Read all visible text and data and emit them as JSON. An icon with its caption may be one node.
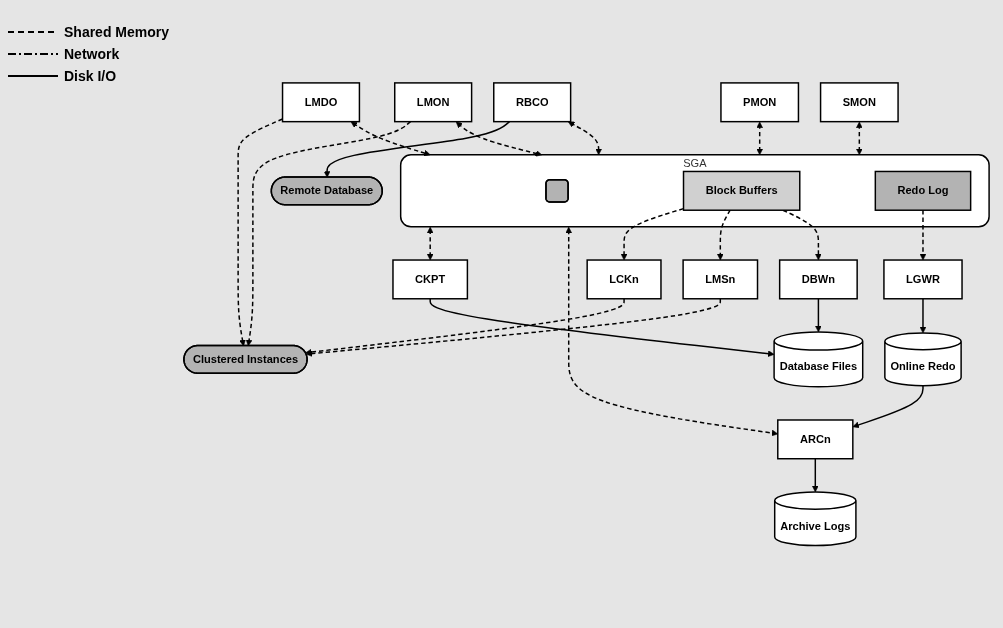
{
  "diagram": {
    "nodes": [
      {
        "text": [
          "LMDO"
        ]
      },
      {
        "text": [
          "LCKn"
        ]
      },
      {
        "text": [
          "LMSn"
        ]
      },
      {
        "text": [
          "LMON"
        ]
      },
      {
        "text": [
          "Clustered Instances"
        ]
      },
      {
        "text": [
          "PMON"
        ]
      },
      {
        "text": [
          "SMON"
        ]
      },
      {
        "text": [
          "RBCO"
        ]
      },
      {
        "text": [
          "SGA"
        ]
      },
      {
        "text": [],
        "shape": "box",
        "in": 8
      },
      {
        "text": [
          "Block Buffers"
        ],
        "in": 8
      },
      {
        "text": [
          "Redo Log"
        ],
        "in": 8
      },
      {
        "text": [
          "CKPT"
        ]
      },
      {
        "text": [
          "DBWn"
        ]
      },
      {
        "text": [
          "LGWR"
        ]
      },
      {
        "text": [
          "ARCn"
        ]
      },
      {
        "text": [
          "Remote Database"
        ]
      },
      {
        "text": [
          "Database Files"
        ]
      },
      {
        "text": [
          "Online Redo"
        ]
      },
      {
        "text": [
          "Archive Logs"
        ]
      }
    ],
    "edges": [
      {
        "from": 0,
        "to": 4,
        "arrow": "to",
        "style": "dashed"
      },
      {
        "from": 1,
        "to": 4,
        "arrow": "to",
        "style": "dashed"
      },
      {
        "from": 2,
        "to": 4,
        "arrow": "to",
        "style": "dashed"
      },
      {
        "from": 3,
        "to": 4,
        "arrow": "to",
        "style": "dashed"
      },
      {
        "from": 0,
        "to": 8,
        "arrow": "both",
        "style": "dashed"
      },
      {
        "from": 10,
        "to": 1,
        "arrow": "to",
        "style": "dashed"
      },
      {
        "from": 10,
        "to": 2,
        "arrow": "to",
        "style": "dashed"
      },
      {
        "from": 3,
        "to": 8,
        "arrow": "both",
        "style": "dashed"
      },
      {
        "from": 5,
        "to": 8,
        "arrow": "both",
        "style": "dashed"
      },
      {
        "from": 6,
        "to": 8,
        "arrow": "both",
        "style": "dashed"
      },
      {
        "from": 7,
        "to": 8,
        "arrow": "both",
        "style": "dashed"
      },
      {
        "from": 8,
        "to": 12,
        "arrow": "both",
        "style": "dashed"
      },
      {
        "from": 10,
        "to": 13,
        "arrow": "to",
        "style": "dashed"
      },
      {
        "from": 11,
        "to": 14,
        "arrow": "to",
        "style": "dashed"
      },
      {
        "from": 8,
        "to": 15,
        "arrow": "both",
        "style": "dashed"
      },
      {
        "from": 7,
        "to": 16,
        "arrow": "to"
      },
      {
        "from": 12,
        "to": 17,
        "arrow": "to"
      },
      {
        "from": 13,
        "to": 17,
        "arrow": "to"
      },
      {
        "from": 14,
        "to": 18,
        "arrow": "to"
      },
      {
        "from": 18,
        "to": 15,
        "arrow": "to"
      },
      {
        "from": 15,
        "to": 19,
        "arrow": "to"
      }
    ],
    "legend": [
      {
        "text": "Shared Memory"
      },
      {
        "text": "Network"
      },
      {
        "text": "Disk I/O"
      }
    ]
  }
}
